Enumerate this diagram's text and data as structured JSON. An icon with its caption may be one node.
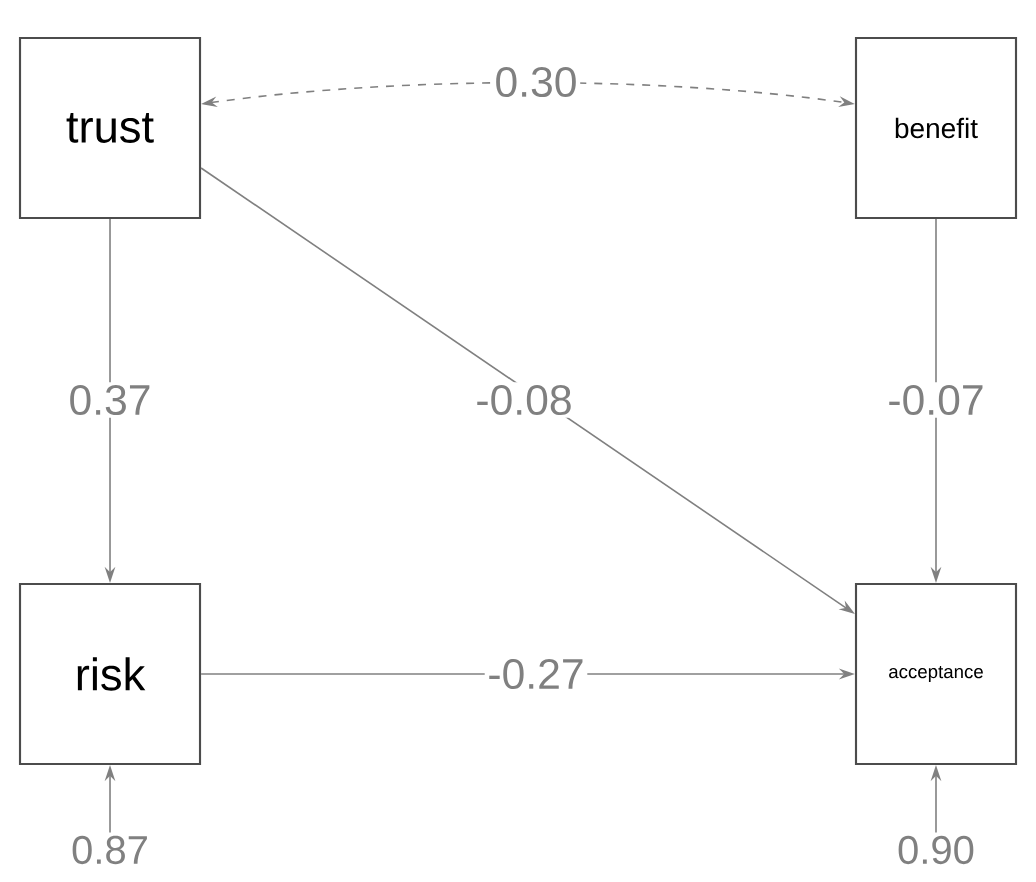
{
  "diagram": {
    "nodes": [
      {
        "text": [
          "trust"
        ]
      },
      {
        "text": [
          "benefit"
        ]
      },
      {
        "text": [
          "risk"
        ]
      },
      {
        "text": [
          "acceptance"
        ]
      },
      {
        "text": [
          "0.87"
        ]
      },
      {
        "text": [
          "0.90"
        ]
      }
    ],
    "edges": [
      {
        "from": 0,
        "to": 1,
        "arrow": "both",
        "label": "0.30",
        "style": "dashed"
      },
      {
        "from": 0,
        "to": 2,
        "arrow": "to",
        "label": "0.37"
      },
      {
        "from": 0,
        "to": 3,
        "arrow": "to",
        "label": "-0.08"
      },
      {
        "from": 1,
        "to": 3,
        "arrow": "to",
        "label": "-0.07"
      },
      {
        "from": 2,
        "to": 3,
        "arrow": "to",
        "label": "-0.27"
      },
      {
        "from": 4,
        "to": 2,
        "arrow": "to"
      },
      {
        "from": 5,
        "to": 3,
        "arrow": "to"
      }
    ]
  }
}
